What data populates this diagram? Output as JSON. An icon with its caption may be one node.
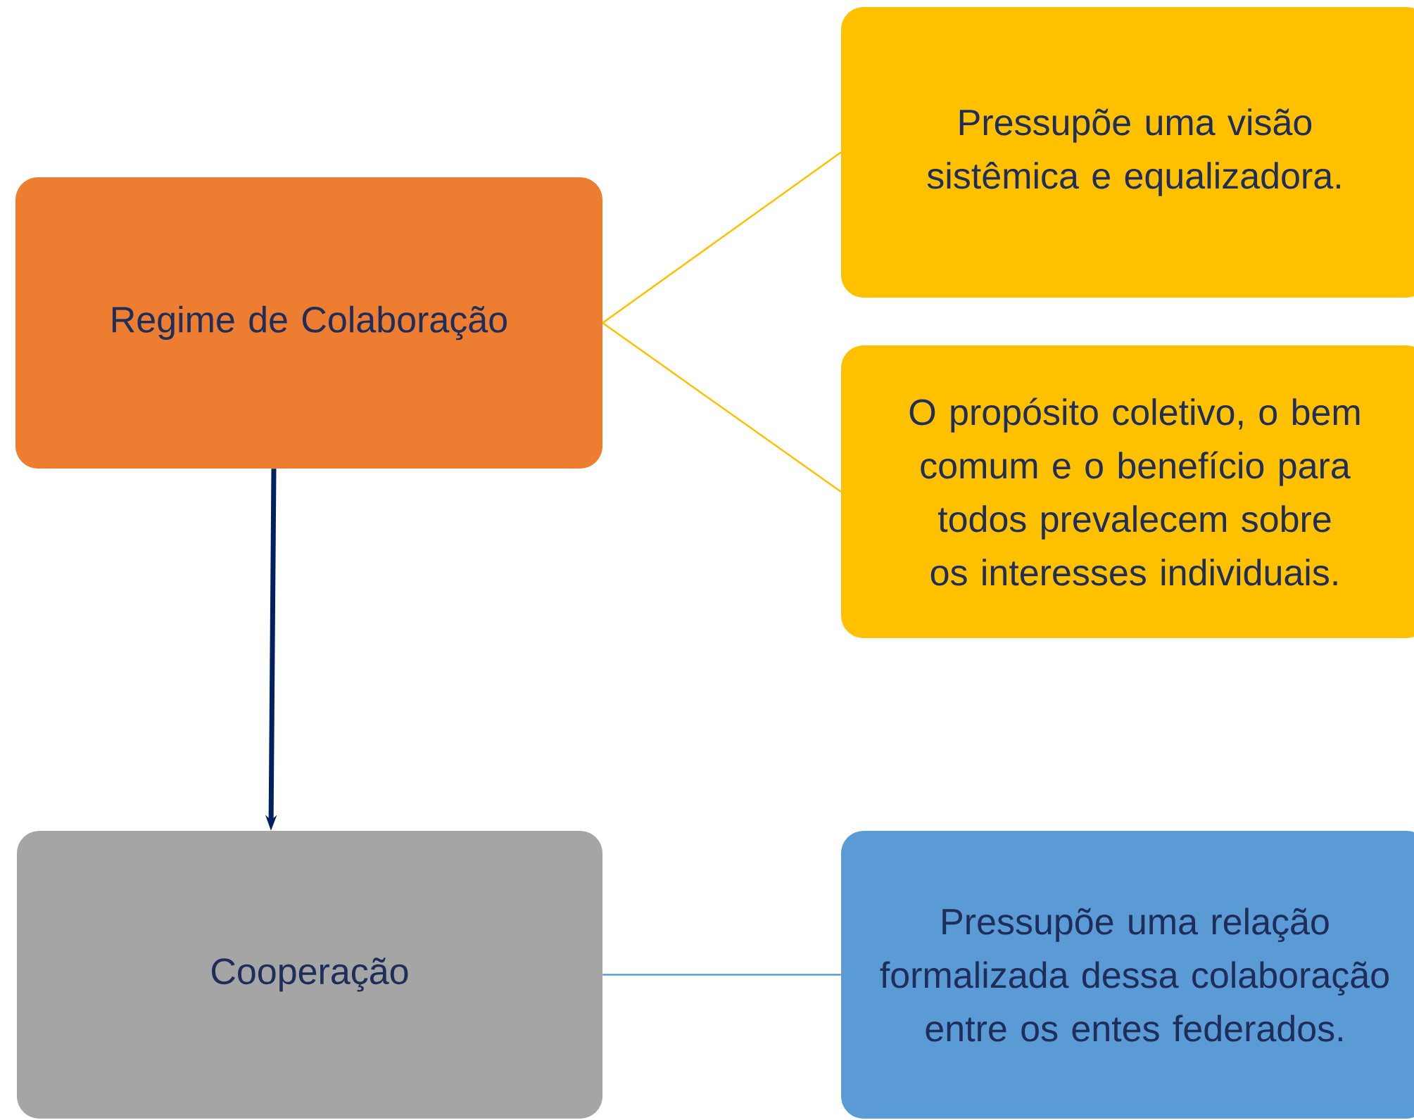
{
  "diagram": {
    "nodes": [
      {
        "text": [
          "Regime de Colaboração"
        ]
      },
      {
        "text": [
          "Pressupõe uma visão sistêmica e equalizadora."
        ]
      },
      {
        "text": [
          "O propósito coletivo, o bem comum e o benefício para todos prevalecem sobre os interesses individuais."
        ]
      },
      {
        "text": [
          "Cooperação"
        ]
      },
      {
        "text": [
          "Pressupõe uma relação formalizada dessa colaboração entre os entes federados."
        ]
      }
    ],
    "edges": [
      {
        "from": 0,
        "to": 1,
        "arrow": "none",
        "color": "#ffc000"
      },
      {
        "from": 0,
        "to": 2,
        "arrow": "none",
        "color": "#ffc000"
      },
      {
        "from": 0,
        "to": 3,
        "arrow": "to",
        "style": "thick",
        "color": "#002060"
      },
      {
        "from": 3,
        "to": 4,
        "arrow": "none",
        "color": "#5b9bd5"
      }
    ]
  }
}
